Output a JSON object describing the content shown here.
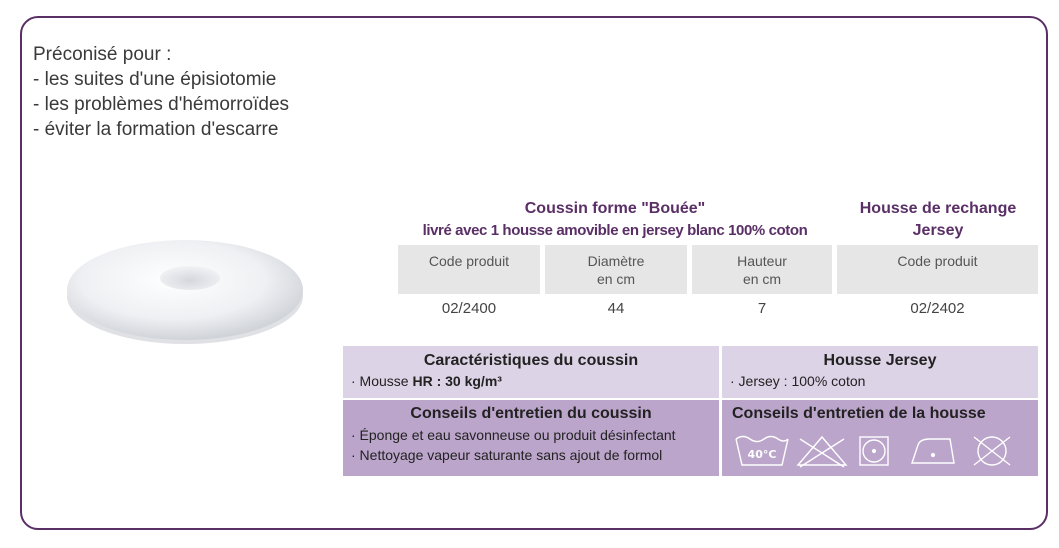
{
  "intro": {
    "lines": [
      "Préconisé pour :",
      "- les suites d'une épisiotomie",
      "- les problèmes d'hémorroïdes",
      "- éviter la formation d'escarre"
    ]
  },
  "product": {
    "title": "Coussin forme \"Bouée\"",
    "subtitle": "livré avec 1 housse amovible en jersey blanc 100% coton"
  },
  "spare": {
    "title_line1": "Housse de rechange",
    "title_line2": "Jersey"
  },
  "table": {
    "headers": [
      {
        "line1": "Code produit",
        "line2": ""
      },
      {
        "line1": "Diamètre",
        "line2": "en cm"
      },
      {
        "line1": "Hauteur",
        "line2": "en cm"
      },
      {
        "line1": "Code produit",
        "line2": ""
      }
    ],
    "values": [
      "02/2400",
      "44",
      "7",
      "02/2402"
    ]
  },
  "characteristics": {
    "title": "Caractéristiques du coussin",
    "line_prefix": "· Mousse ",
    "line_bold": "HR : 30 kg/m³"
  },
  "cover": {
    "title": "Housse Jersey",
    "line": "· Jersey : 100% coton"
  },
  "care_cushion": {
    "title": "Conseils d'entretien du coussin",
    "lines": [
      "· Éponge et eau savonneuse ou produit désinfectant",
      "· Nettoyage vapeur saturante sans ajout de formol"
    ]
  },
  "care_cover": {
    "title": "Conseils d'entretien de la housse",
    "wash_temp": "40°C",
    "icons": [
      "wash-40-icon",
      "no-bleach-icon",
      "tumble-dry-low-icon",
      "iron-low-icon",
      "no-dry-clean-icon"
    ]
  },
  "colors": {
    "accent": "#5a2f66",
    "box_light": "#ddd3e6",
    "box_dark": "#bca5cb",
    "header_gray": "#e6e6e6"
  }
}
